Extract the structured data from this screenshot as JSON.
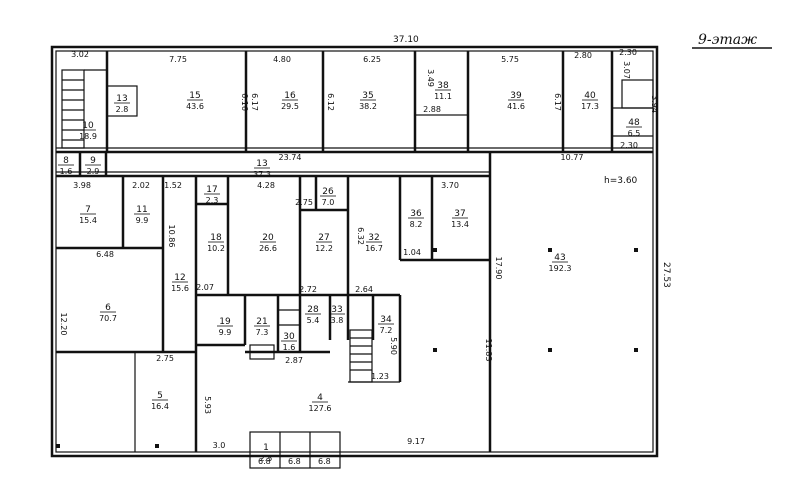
{
  "title": "9-этаж",
  "overall_dims": {
    "top": "37.10",
    "right": "27.53"
  },
  "rooms": [
    {
      "num": "10",
      "area": "18.9"
    },
    {
      "num": "13",
      "area": "2.8"
    },
    {
      "num": "15",
      "area": "43.6"
    },
    {
      "num": "16",
      "area": "29.5"
    },
    {
      "num": "35",
      "area": "38.2"
    },
    {
      "num": "38",
      "area": "11.1"
    },
    {
      "num": "39",
      "area": "41.6"
    },
    {
      "num": "40",
      "area": "17.3"
    },
    {
      "num": "48",
      "area": "6.5"
    },
    {
      "num": "8",
      "area": "1.6"
    },
    {
      "num": "9",
      "area": "2.9"
    },
    {
      "num": "13",
      "area": "37.3"
    },
    {
      "num": "7",
      "area": "15.4"
    },
    {
      "num": "11",
      "area": "9.9"
    },
    {
      "num": "17",
      "area": "2.3"
    },
    {
      "num": "18",
      "area": "10.2"
    },
    {
      "num": "20",
      "area": "26.6"
    },
    {
      "num": "26",
      "area": "7.0"
    },
    {
      "num": "27",
      "area": "12.2"
    },
    {
      "num": "32",
      "area": "16.7"
    },
    {
      "num": "36",
      "area": "8.2"
    },
    {
      "num": "37",
      "area": "13.4"
    },
    {
      "num": "43",
      "area": "192.3"
    },
    {
      "num": "12",
      "area": "15.6"
    },
    {
      "num": "6",
      "area": "70.7"
    },
    {
      "num": "19",
      "area": "9.9"
    },
    {
      "num": "21",
      "area": "7.3"
    },
    {
      "num": "28",
      "area": "5.4"
    },
    {
      "num": "30",
      "area": "1.6"
    },
    {
      "num": "33",
      "area": "3.8"
    },
    {
      "num": "34",
      "area": "7.2"
    },
    {
      "num": "4",
      "area": "127.6"
    },
    {
      "num": "5",
      "area": "16.4"
    },
    {
      "num": "1",
      "area": "2.5"
    }
  ],
  "dims": [
    "3.02",
    "7.75",
    "4.80",
    "6.25",
    "5.75",
    "2.80",
    "2.30",
    "2.30",
    "3.07",
    "3.94",
    "2.88",
    "3.49",
    "6.16",
    "6.17",
    "6.12",
    "6.17",
    "23.74",
    "10.77",
    "3.98",
    "2.02",
    "1.52",
    "4.28",
    "2.75",
    "3.70",
    "3.60",
    "6.48",
    "10.86",
    "17.90",
    "11.83",
    "2.87",
    "2.72",
    "2.64",
    "2.07",
    "1.04",
    "5.90",
    "1.23",
    "5.93",
    "9.17",
    "3.0",
    "12.20",
    "2.75",
    "6.32"
  ],
  "stair_note": "h=3.60",
  "small_areas": [
    "6.8",
    "6.8",
    "6.8"
  ]
}
